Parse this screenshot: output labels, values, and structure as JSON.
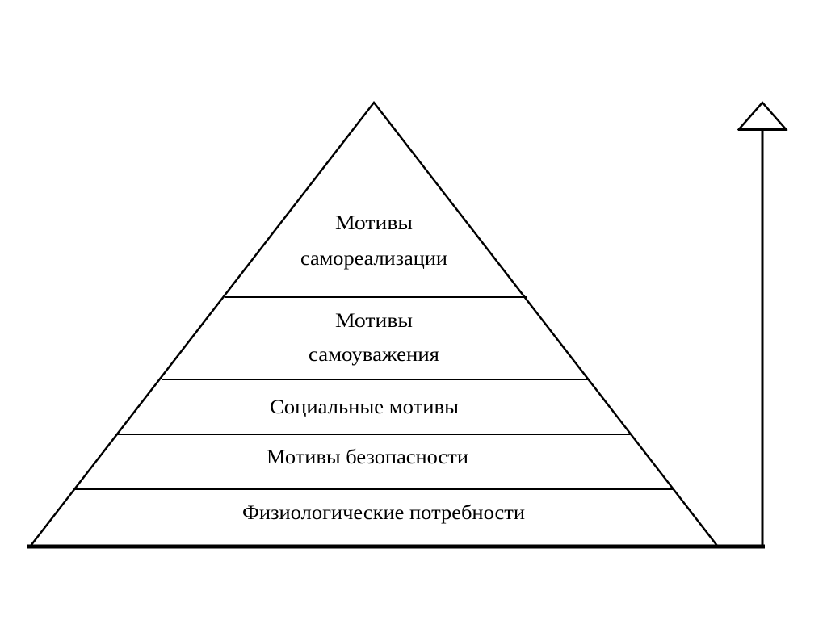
{
  "pyramid": {
    "levels": [
      {
        "line1": "Мотивы",
        "line2": "самореализации"
      },
      {
        "line1": "Мотивы",
        "line2": "самоуважения"
      },
      {
        "line1": "Социальные мотивы"
      },
      {
        "line1": "Мотивы безопасности"
      },
      {
        "line1": "Физиологические потребности"
      }
    ]
  },
  "colors": {
    "stroke": "#000000",
    "background": "#ffffff"
  }
}
